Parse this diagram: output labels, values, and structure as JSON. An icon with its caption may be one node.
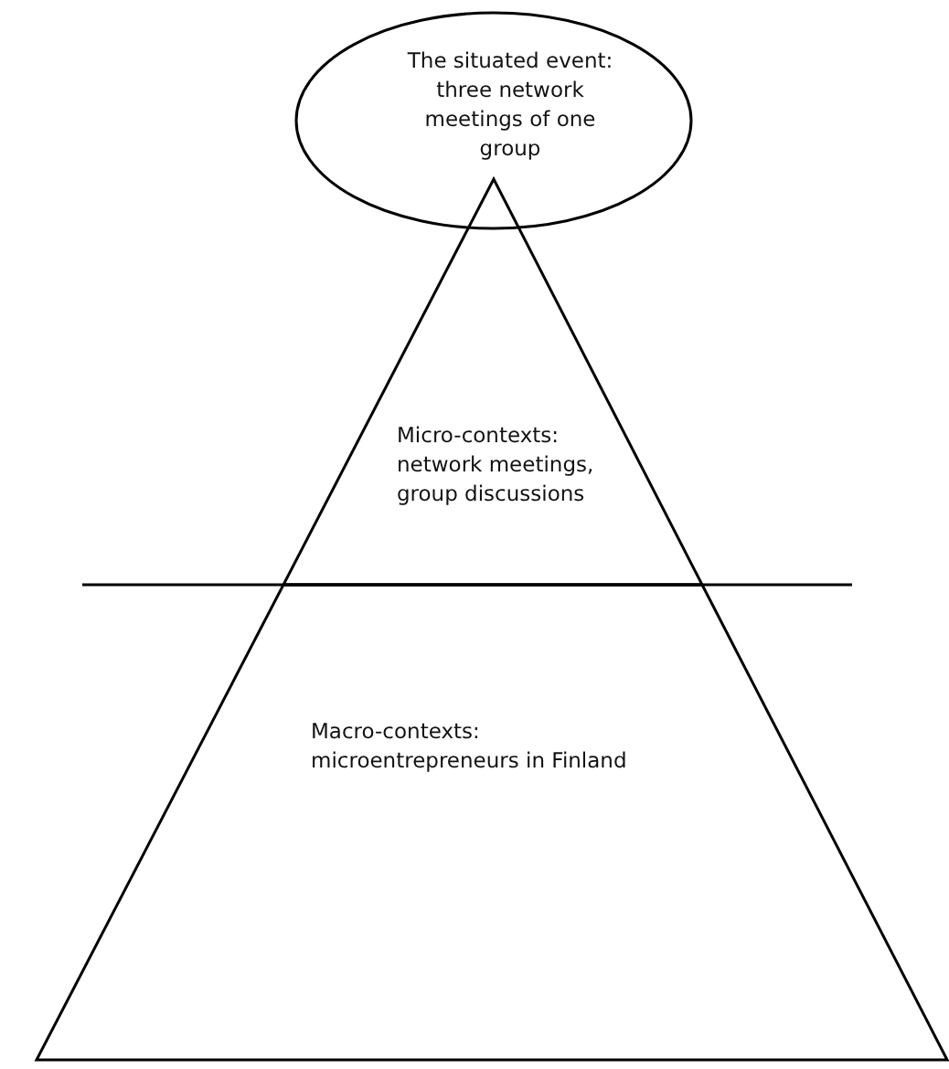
{
  "diagram": {
    "nodes": [
      {
        "text": [
          "The situated event: three network meetings of one group"
        ]
      },
      {
        "text": [
          "Micro-contexts: network meetings, group discussions"
        ]
      },
      {
        "text": [
          "Macro-contexts: microentrepreneurs in Finland"
        ]
      }
    ]
  }
}
